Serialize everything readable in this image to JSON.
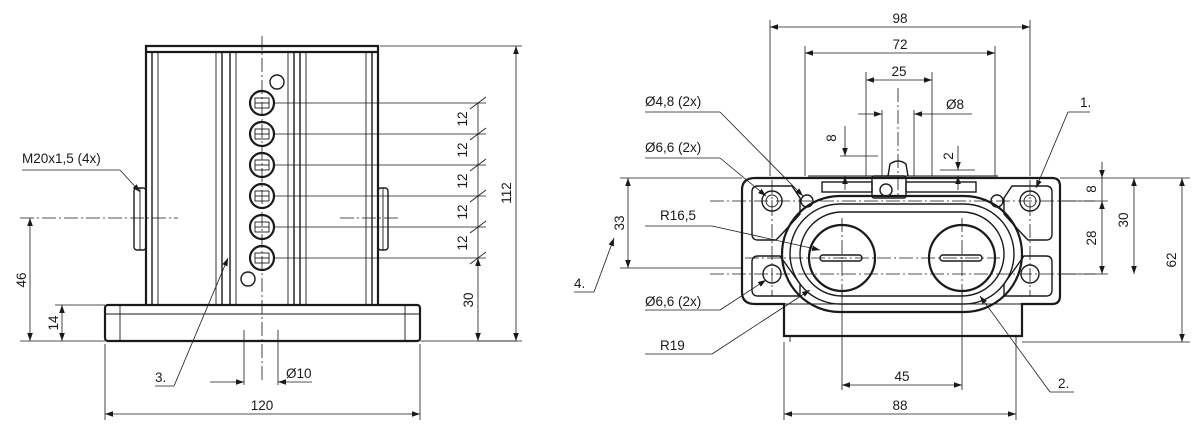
{
  "front_view": {
    "labels": {
      "thread": "M20x1,5 (4x)",
      "item3": "3.",
      "dia10": "Ø10"
    },
    "dims": {
      "width": "120",
      "height": "112",
      "h46": "46",
      "h14": "14",
      "h30": "30",
      "pitch": [
        "12",
        "12",
        "12",
        "12",
        "12"
      ]
    }
  },
  "side_view": {
    "labels": {
      "hole48": "Ø4,8 (2x)",
      "hole66_top": "Ø6,6 (2x)",
      "hole66_bottom": "Ø6,6 (2x)",
      "r165": "R16,5",
      "r19": "R19",
      "dia8": "Ø8",
      "item1": "1.",
      "item2": "2.",
      "item4": "4."
    },
    "dims": {
      "w98": "98",
      "w72": "72",
      "w25": "25",
      "w45": "45",
      "w88": "88",
      "v8_top": "8",
      "v2": "2",
      "v8_right": "8",
      "v28": "28",
      "v30": "30",
      "v62": "62",
      "v33": "33"
    }
  }
}
